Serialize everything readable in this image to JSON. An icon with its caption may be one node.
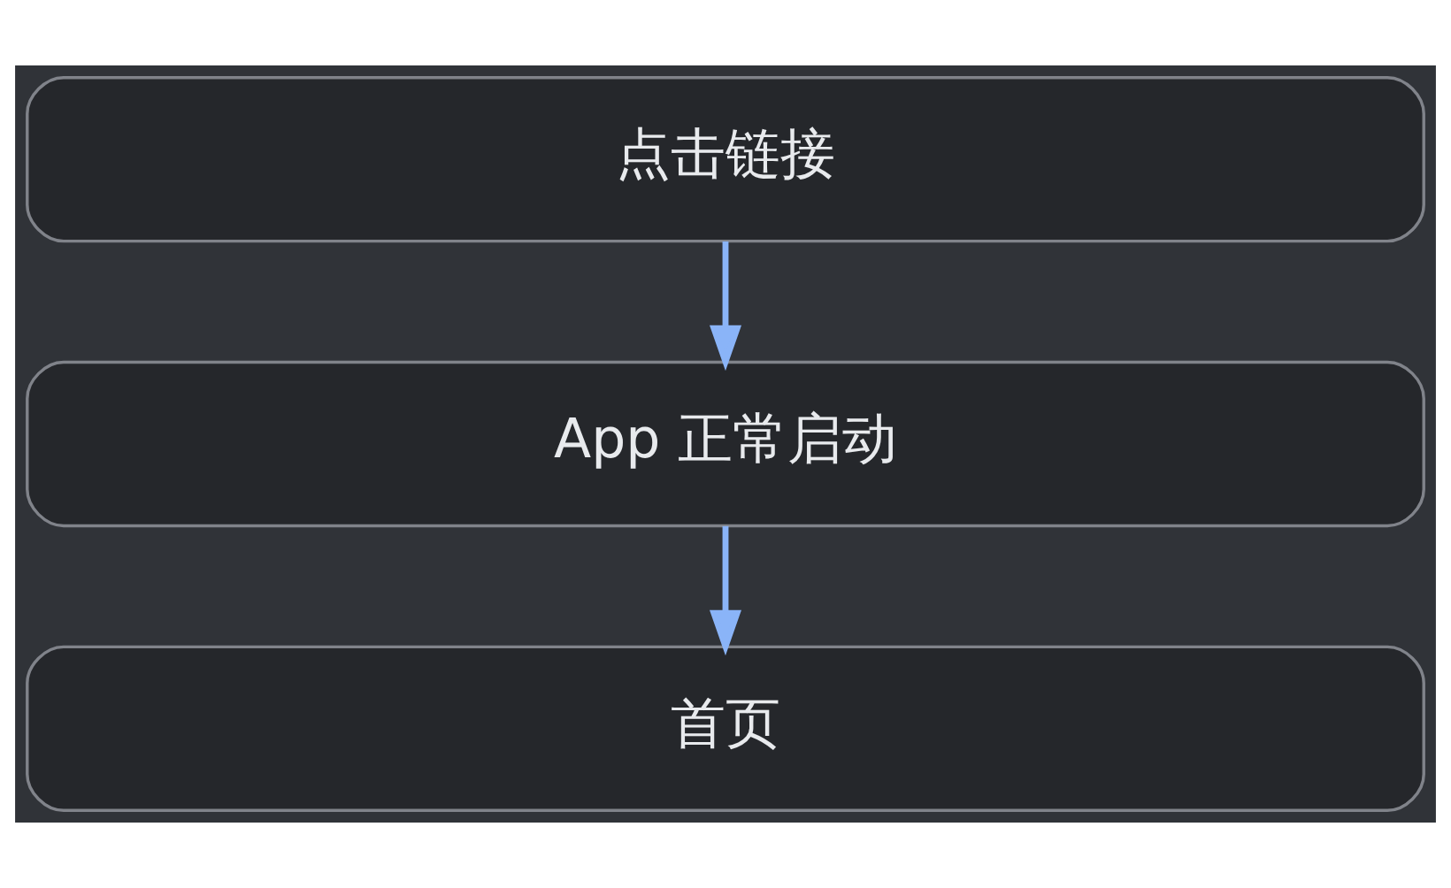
{
  "diagram": {
    "nodes": [
      {
        "text": [
          "点击链接"
        ]
      },
      {
        "text": [
          "App 正常启动"
        ]
      },
      {
        "text": [
          "首页"
        ]
      }
    ],
    "edges": [
      {
        "from": 0,
        "to": 1,
        "arrow": "to"
      },
      {
        "from": 1,
        "to": 2,
        "arrow": "to"
      }
    ]
  }
}
